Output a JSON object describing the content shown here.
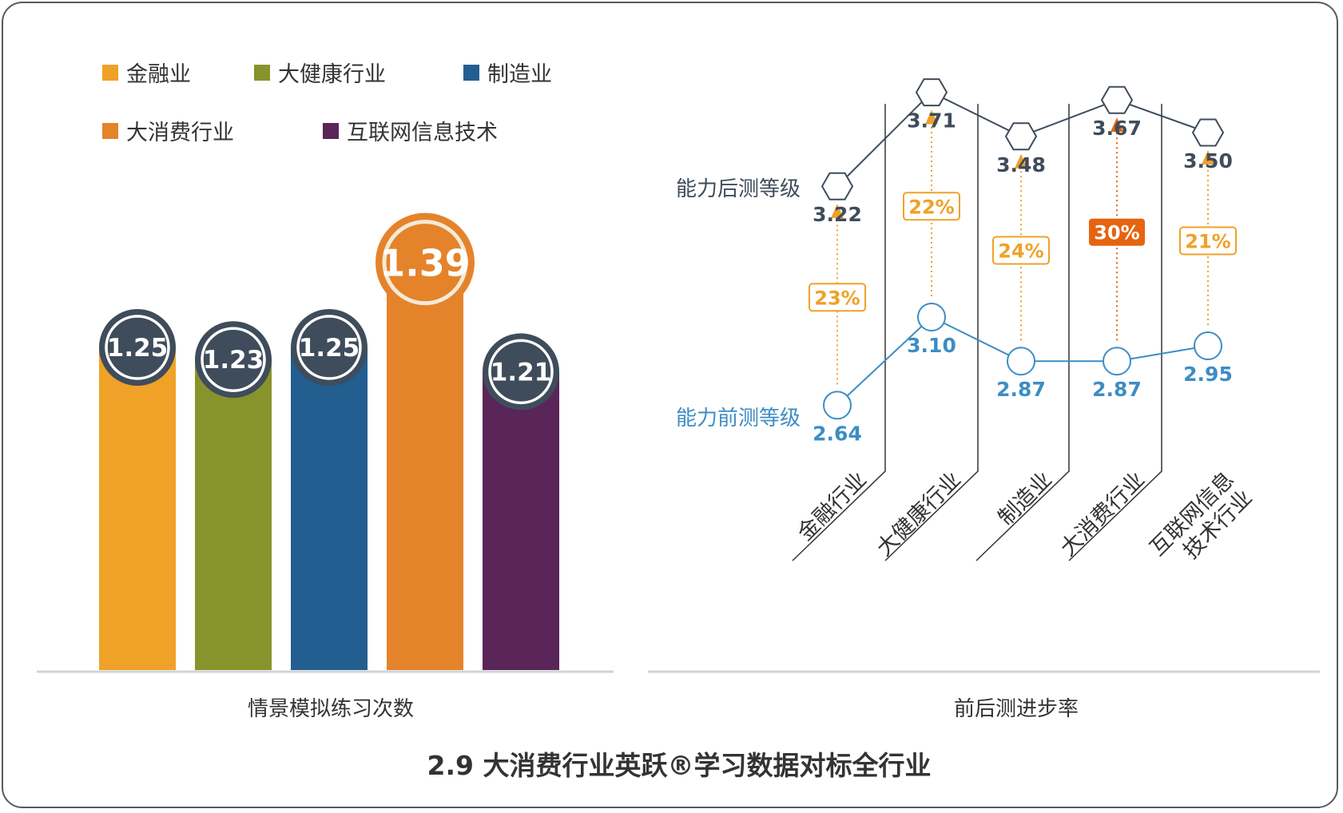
{
  "title": "2.9 大消费行业英跃®学习数据对标全行业",
  "colors": {
    "finance": "#f0a128",
    "health": "#87942c",
    "manufacturing": "#225e8f",
    "consumer": "#e5832a",
    "internet": "#5a2558",
    "bubble": "#3f4c5b",
    "post_line": "#3f4c5b",
    "pre_line": "#3d8dc4",
    "rate_normal": "#f0a128",
    "rate_highlight": "#e5640f"
  },
  "legend": [
    {
      "label": "金融业",
      "color": "#f0a128"
    },
    {
      "label": "大健康行业",
      "color": "#87942c"
    },
    {
      "label": "制造业",
      "color": "#225e8f"
    },
    {
      "label": "大消费行业",
      "color": "#e5832a"
    },
    {
      "label": "互联网信息技术",
      "color": "#5a2558"
    }
  ],
  "left_caption": "情景模拟练习次数",
  "right_caption": "前后测进步率",
  "post_label": "能力后测等级",
  "pre_label": "能力前测等级",
  "chart_data": [
    {
      "type": "bar",
      "xlabel": "情景模拟练习次数",
      "categories": [
        "金融业",
        "大健康行业",
        "制造业",
        "大消费行业",
        "互联网信息技术"
      ],
      "values": [
        1.25,
        1.23,
        1.25,
        1.39,
        1.21
      ],
      "value_labels": [
        "1.25",
        "1.23",
        "1.25",
        "1.39",
        "1.21"
      ],
      "highlight_index": 3
    },
    {
      "type": "line",
      "xlabel": "前后测进步率",
      "categories": [
        "金融行业",
        "大健康行业",
        "制造业",
        "大消费行业",
        "互联网信息技术行业"
      ],
      "category_lines": [
        [
          "金融行业"
        ],
        [
          "大健康行业"
        ],
        [
          "制造业"
        ],
        [
          "大消费行业"
        ],
        [
          "互联网信息",
          "技术行业"
        ]
      ],
      "series": [
        {
          "name": "能力后测等级",
          "values": [
            3.22,
            3.71,
            3.48,
            3.67,
            3.5
          ],
          "labels": [
            "3.22",
            "3.71",
            "3.48",
            "3.67",
            "3.50"
          ]
        },
        {
          "name": "能力前测等级",
          "values": [
            2.64,
            3.1,
            2.87,
            2.87,
            2.95
          ],
          "labels": [
            "2.64",
            "3.10",
            "2.87",
            "2.87",
            "2.95"
          ]
        }
      ],
      "improvement_rates": [
        "23%",
        "22%",
        "24%",
        "30%",
        "21%"
      ],
      "highlight_index": 3
    }
  ]
}
